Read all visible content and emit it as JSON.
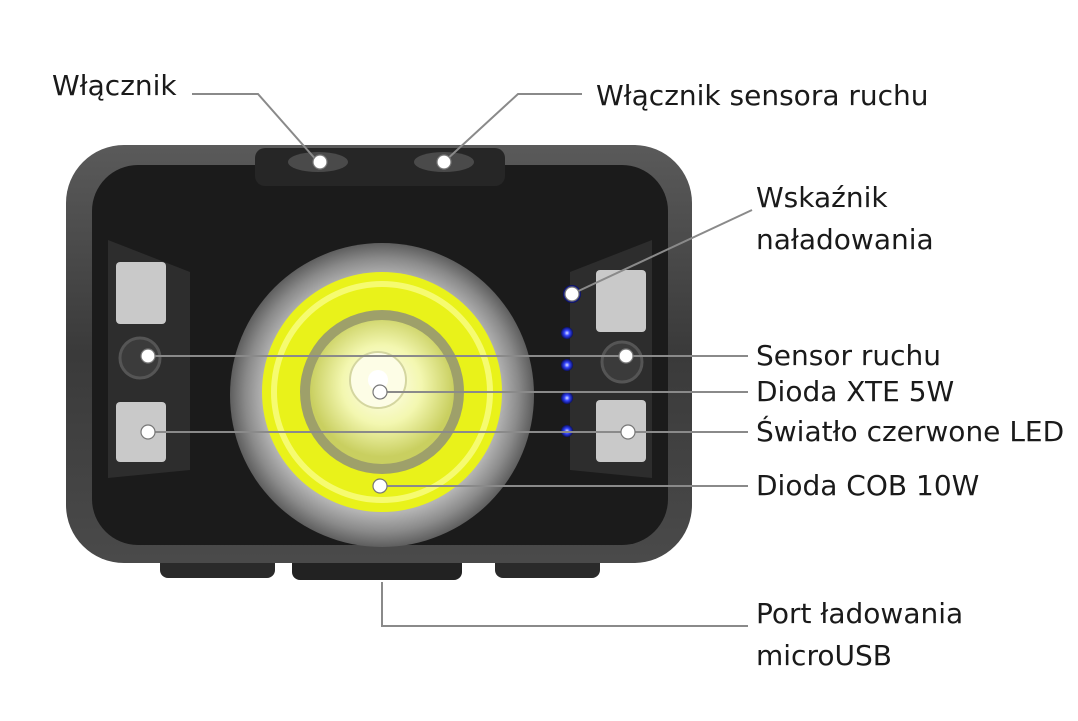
{
  "labels": {
    "power_switch": "Włącznik",
    "motion_sensor_switch": "Włącznik sensora ruchu",
    "charge_indicator_line1": "Wskaźnik",
    "charge_indicator_line2": "naładowania",
    "motion_sensor": "Sensor ruchu",
    "xte_diode": "Dioda XTE 5W",
    "red_led": "Światło czerwone LED",
    "cob_diode": "Dioda COB 10W",
    "charging_port_line1": "Port ładowania",
    "charging_port_line2": "microUSB"
  },
  "colors": {
    "body": "#1b1b1b",
    "bezel": "#8d8d8d",
    "cob_yellow": "#e9f21a",
    "indicator_blue": "#2233ff",
    "leader_line": "#8a8a8a"
  }
}
